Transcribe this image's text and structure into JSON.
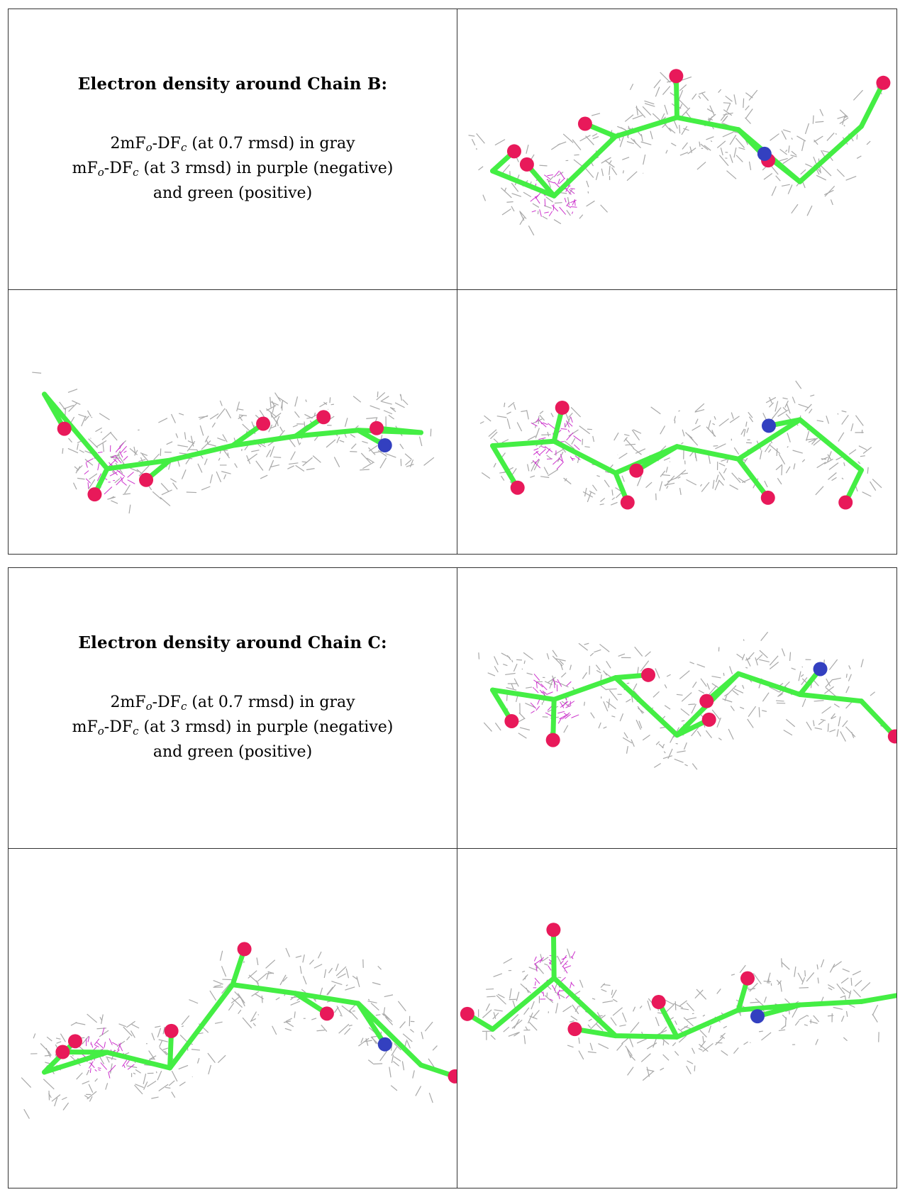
{
  "panels": [
    {
      "heading": "Electron density around Chain B:",
      "lines": [
        {
          "a": "2mF",
          "s1": "o",
          "b": "-DF",
          "s2": "c",
          "c": " (at 0.7 rmsd) in gray"
        },
        {
          "a": "mF",
          "s1": "o",
          "b": "-DF",
          "s2": "c",
          "c": " (at 3 rmsd) in purple (negative)"
        },
        {
          "plain": "and green (positive)"
        }
      ]
    },
    {
      "heading": "Electron density around Chain C:",
      "lines": [
        {
          "a": "2mF",
          "s1": "o",
          "b": "-DF",
          "s2": "c",
          "c": " (at 0.7 rmsd) in gray"
        },
        {
          "a": "mF",
          "s1": "o",
          "b": "-DF",
          "s2": "c",
          "c": " (at 3 rmsd) in purple (negative)"
        },
        {
          "plain": "and green (positive)"
        }
      ]
    }
  ],
  "colors": {
    "stick": "#44ee44",
    "oxygen": "#e8195a",
    "nitrogen": "#3340c0",
    "mesh_2fofc": "#a8a8a8",
    "mesh_negative": "#cc33cc"
  }
}
